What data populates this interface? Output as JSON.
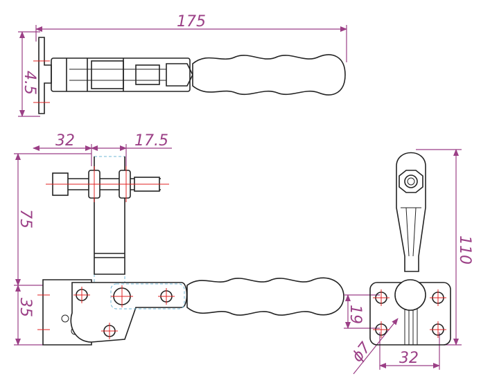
{
  "drawing": {
    "dimensions": {
      "overall_length": "175",
      "top_height": "4.5",
      "base_to_bolt_x": "32",
      "bolt_offset": "17.5",
      "spindle_height": "75",
      "base_height": "35",
      "total_height": "110",
      "hole_pitch_vertical": "19",
      "hole_pitch_horizontal": "32",
      "hole_diameter": "ϕ7"
    },
    "colors": {
      "dimension": "#9b3f86",
      "outline": "#222222",
      "centerline": "#e02020",
      "hidden": "#6fb7d6"
    }
  }
}
